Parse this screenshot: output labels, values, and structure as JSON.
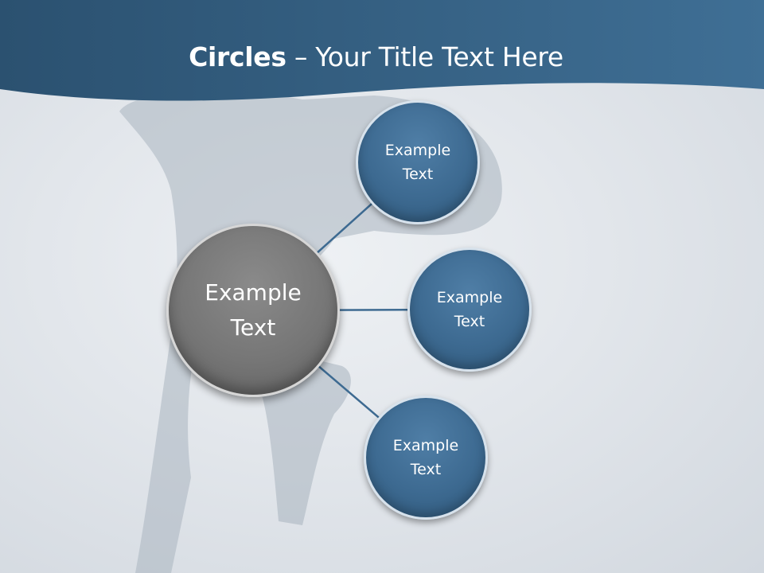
{
  "title": {
    "bold": "Circles",
    "rest": " – Your Title Text Here"
  },
  "colors": {
    "header": "#2f5878",
    "node": "#3d6a91",
    "center": "#767676",
    "connector": "#3d6a91"
  },
  "diagram": {
    "center": {
      "label": "Example\nText"
    },
    "nodes": [
      {
        "label": "Example\nText"
      },
      {
        "label": "Example\nText"
      },
      {
        "label": "Example\nText"
      }
    ]
  }
}
